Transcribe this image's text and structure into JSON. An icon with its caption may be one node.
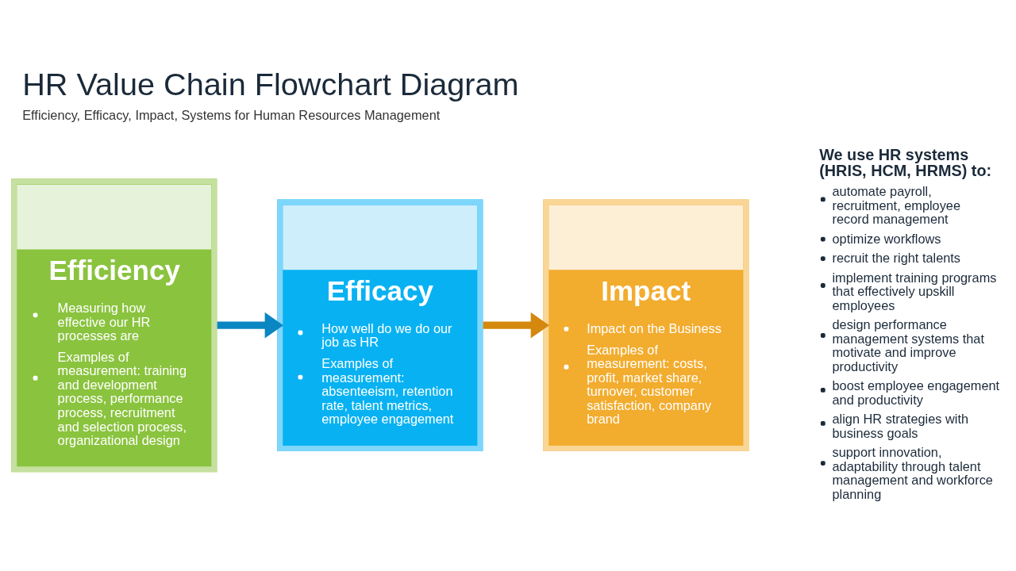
{
  "diagram": {
    "title": "HR Value Chain Flowchart Diagram",
    "caption": "Efficiency, Efficacy, Impact, Systems for Human Resources Management",
    "nodes": [
      {
        "text": [
          "Efficiency",
          "Measuring how effective our HR processes are",
          "Examples of measurement: training and development process, performance process, recruitment and selection process, organizational design"
        ]
      },
      {
        "text": [
          "Efficacy",
          "How well do we do our job as HR",
          "Examples of measurement: absenteeism, retention rate, talent metrics, employee engagement"
        ]
      },
      {
        "text": [
          "Impact",
          "Impact on the Business",
          "Examples of measurement: costs, profit, market share, turnover, customer satisfaction, company brand"
        ]
      }
    ],
    "edges": [
      {
        "from": 0,
        "to": 1,
        "arrow": "to",
        "color": "#0a86c2"
      },
      {
        "from": 1,
        "to": 2,
        "arrow": "to",
        "color": "#d4880e"
      }
    ],
    "labels": [
      "We use HR systems (HRIS, HCM, HRMS) to:",
      "automate payroll, recruitment, employee record management",
      "optimize workflows",
      "recruit the right talents",
      "implement training programs that effectively upskill employees",
      "design performance management systems that motivate and improve productivity",
      "boost employee engagement and productivity",
      "align HR strategies with business goals",
      "support innovation, adaptability through talent management and workforce planning"
    ]
  }
}
